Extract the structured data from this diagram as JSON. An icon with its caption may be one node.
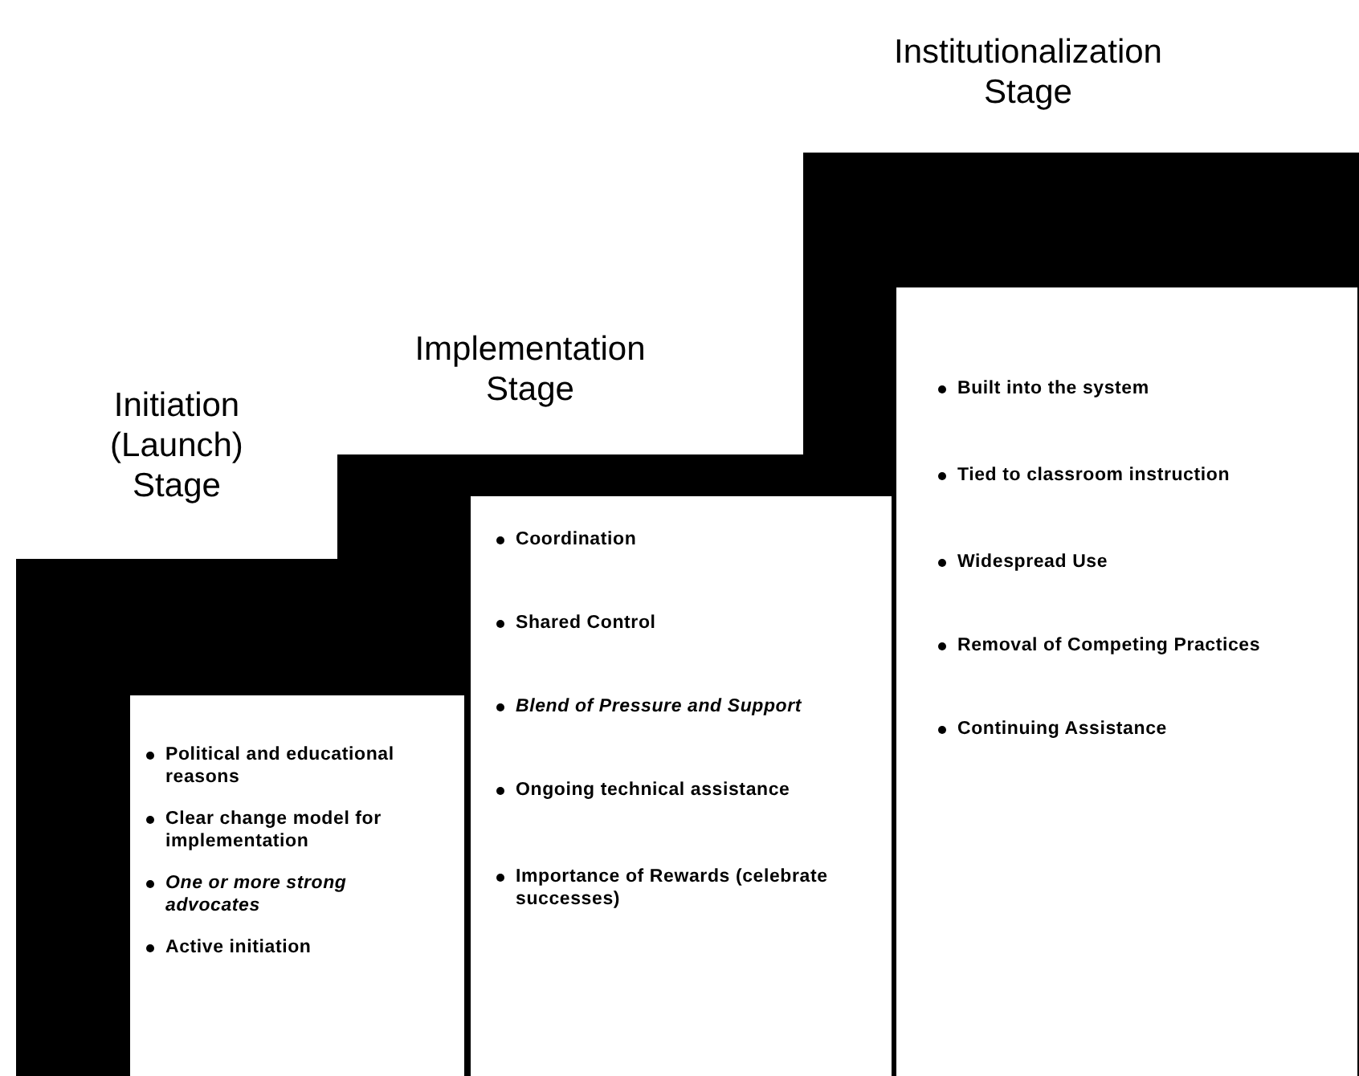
{
  "diagram": {
    "nodes": [
      {
        "text": [
          "Initiation (Launch) Stage",
          "Political and educational reasons",
          "Clear change model for implementation",
          "One or more strong advocates",
          "Active initiation"
        ]
      },
      {
        "text": [
          "Implementation Stage",
          "Coordination",
          "Shared Control",
          "Blend of Pressure and Support",
          "Ongoing technical assistance",
          "Importance of Rewards (celebrate successes)"
        ]
      },
      {
        "text": [
          "Institutionalization Stage",
          "Built into the system",
          "Tied to classroom instruction",
          "Widespread Use",
          "Removal of Competing Practices",
          "Continuing Assistance"
        ]
      }
    ]
  }
}
